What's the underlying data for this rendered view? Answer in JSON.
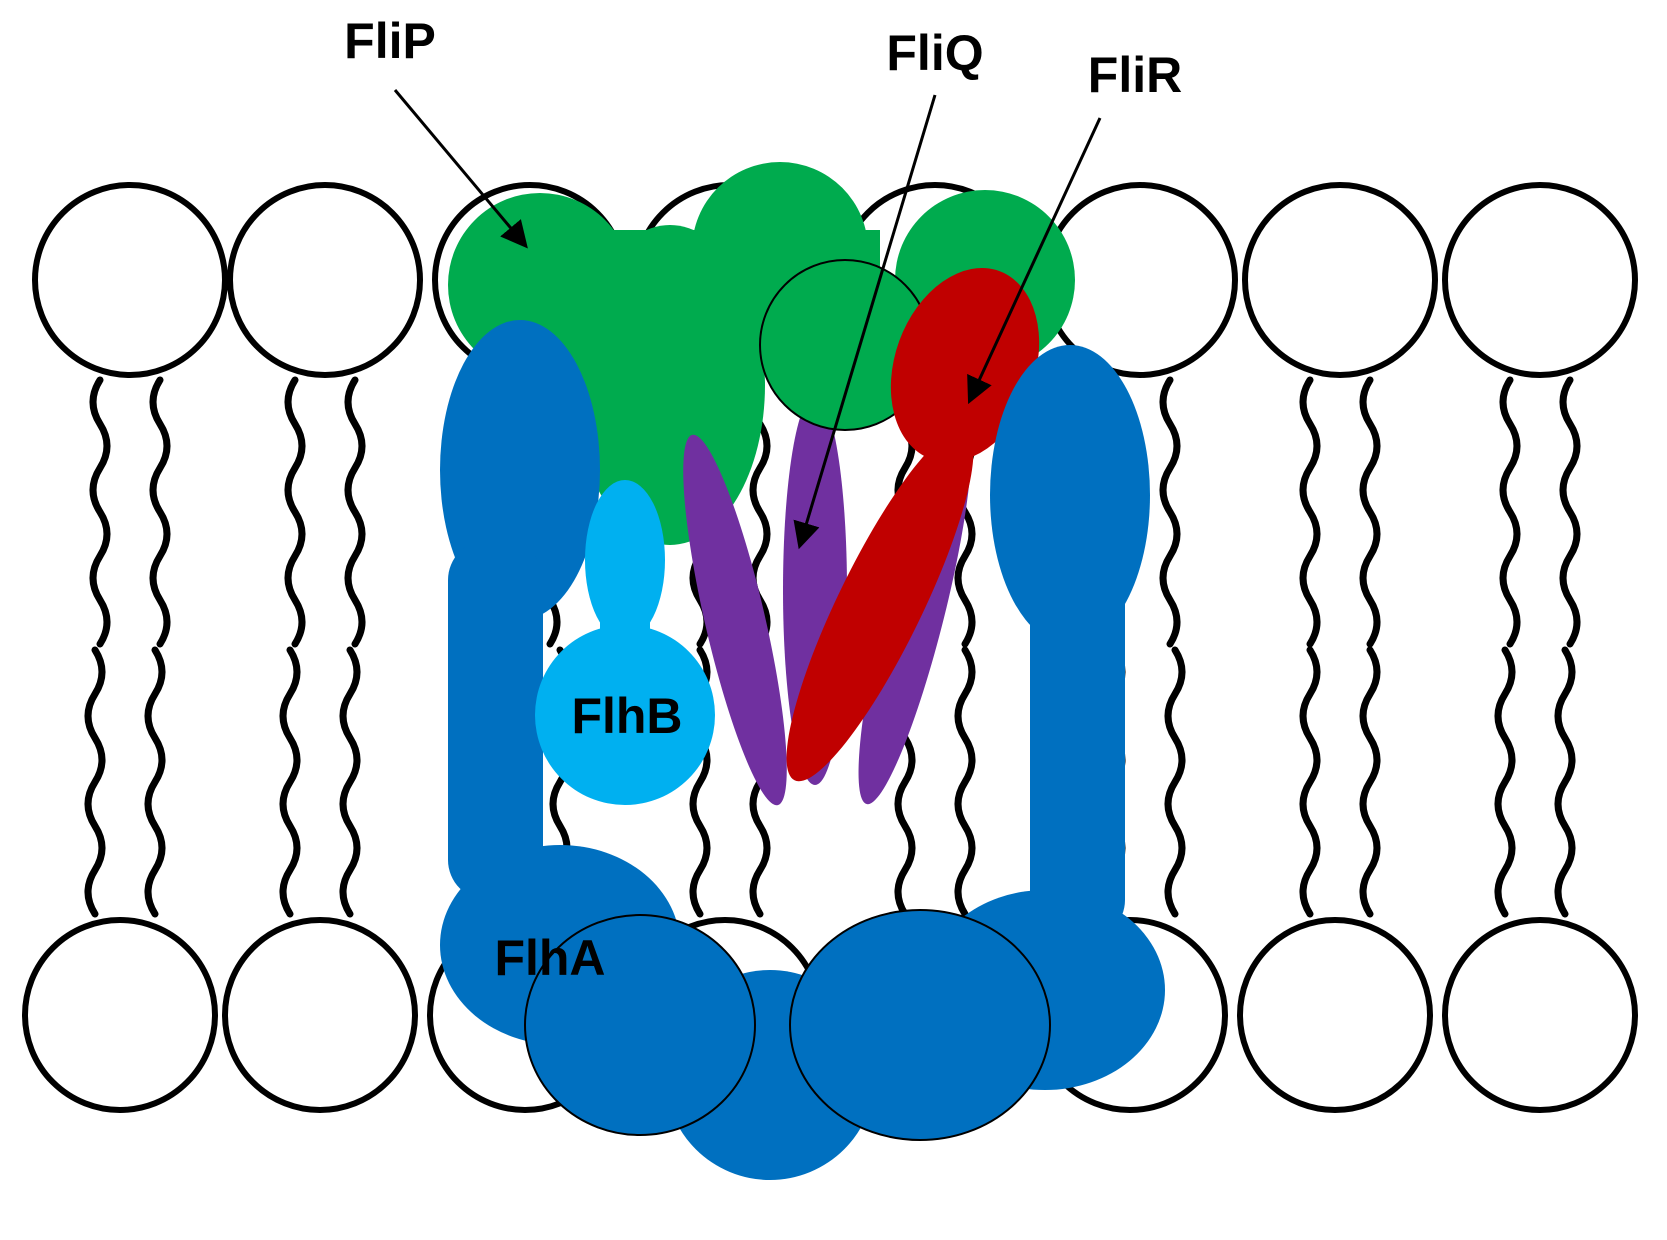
{
  "diagram": {
    "labels": {
      "flip": "FliP",
      "fliq": "FliQ",
      "flir": "FliR",
      "flhb": "FlhB",
      "flha": "FlhA"
    },
    "colors": {
      "flip": "#00ab4e",
      "fliq": "#7030a0",
      "flir": "#c00000",
      "flhb": "#00b0f0",
      "flha": "#0070c0",
      "lipid_outline": "#000000",
      "background": "#ffffff"
    }
  }
}
